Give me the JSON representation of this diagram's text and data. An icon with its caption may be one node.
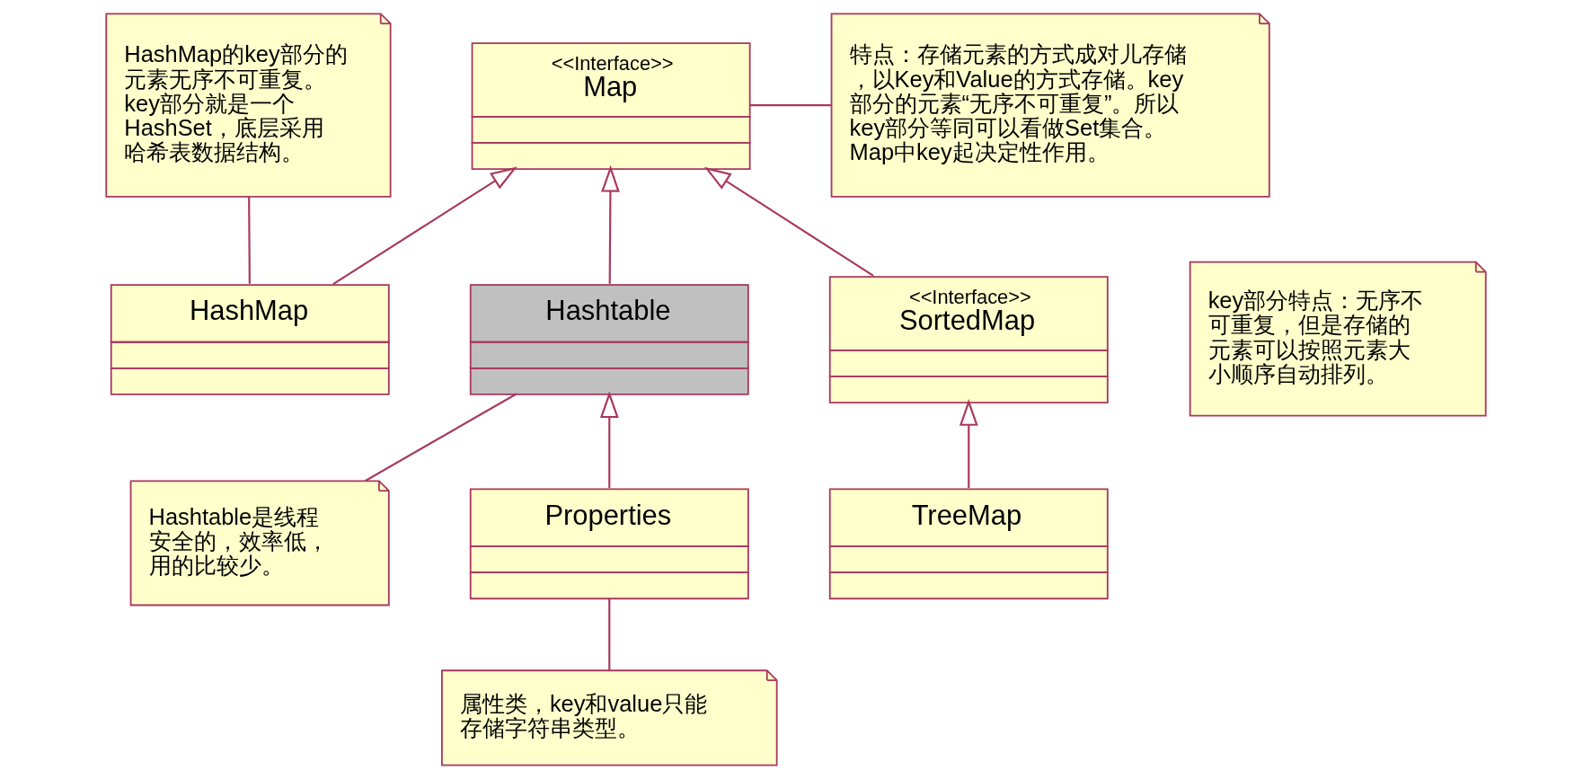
{
  "diagram": {
    "nodes": [
      {
        "text": [
          "HashMap的key部分的元素无序不可重复。key部分就是一个HashSet，底层采用哈希表数据结构。"
        ]
      },
      {
        "text": [
          "<<Interface>>",
          "Map"
        ]
      },
      {
        "text": [
          "特点：存储元素的方式成对儿存储，以Key和Value的方式存储。key部分的元素“无序不可重复”。所以key部分等同可以看做Set集合。Map中key起决定性作用。"
        ]
      },
      {
        "text": [
          "HashMap"
        ]
      },
      {
        "text": [
          "Hashtable"
        ]
      },
      {
        "text": [
          "<<Interface>>",
          "SortedMap"
        ]
      },
      {
        "text": [
          "key部分特点：无序不可重复，但是存储的元素可以按照元素大小顺序自动排列。"
        ]
      },
      {
        "text": [
          "Hashtable是线程安全的，效率低，用的比较少。"
        ]
      },
      {
        "text": [
          "Properties"
        ]
      },
      {
        "text": [
          "TreeMap"
        ]
      },
      {
        "text": [
          "属性类，key和value只能存储字符串类型。"
        ]
      }
    ],
    "edges": [
      {
        "from": 3,
        "to": 0,
        "arrow": "none"
      },
      {
        "from": 1,
        "to": 2,
        "arrow": "none"
      },
      {
        "from": 3,
        "to": 1,
        "arrow": "to"
      },
      {
        "from": 4,
        "to": 1,
        "arrow": "to"
      },
      {
        "from": 5,
        "to": 1,
        "arrow": "to"
      },
      {
        "from": 7,
        "to": 4,
        "arrow": "none"
      },
      {
        "from": 8,
        "to": 4,
        "arrow": "to"
      },
      {
        "from": 9,
        "to": 5,
        "arrow": "to"
      },
      {
        "from": 10,
        "to": 8,
        "arrow": "none"
      }
    ]
  }
}
